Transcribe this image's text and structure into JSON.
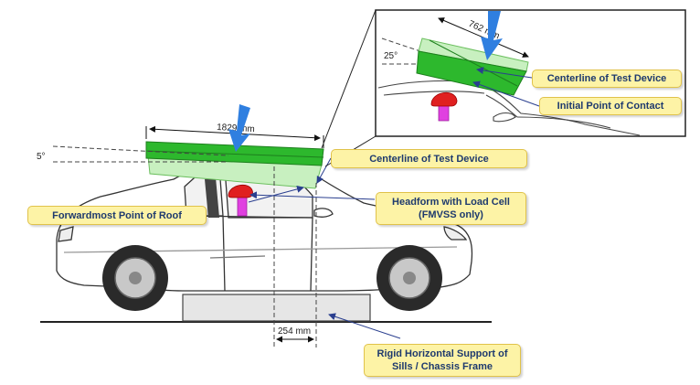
{
  "main_view": {
    "device_length": "1829 mm",
    "pitch_angle": "5°",
    "offset_dimension": "254 mm"
  },
  "inset_view": {
    "device_length": "762 mm",
    "roll_angle": "25°"
  },
  "callouts": {
    "centerline_main": "Centerline of Test Device",
    "forwardmost_point": "Forwardmost Point of Roof",
    "headform_line1": "Headform with Load Cell",
    "headform_line2": "(FMVSS only)",
    "rigid_support_line1": "Rigid Horizontal Support of",
    "rigid_support_line2": "Sills / Chassis Frame",
    "centerline_inset": "Centerline of Test Device",
    "initial_contact": "Initial Point of Contact"
  },
  "colors": {
    "plate_dark": "#2db82d",
    "plate_light": "#c8f0c0",
    "arrow_blue": "#2f7fe0",
    "headform_red": "#e02020",
    "loadcell_magenta": "#e040e0",
    "callout_fill": "#fdf3a6",
    "callout_text": "#1e3a6e"
  }
}
